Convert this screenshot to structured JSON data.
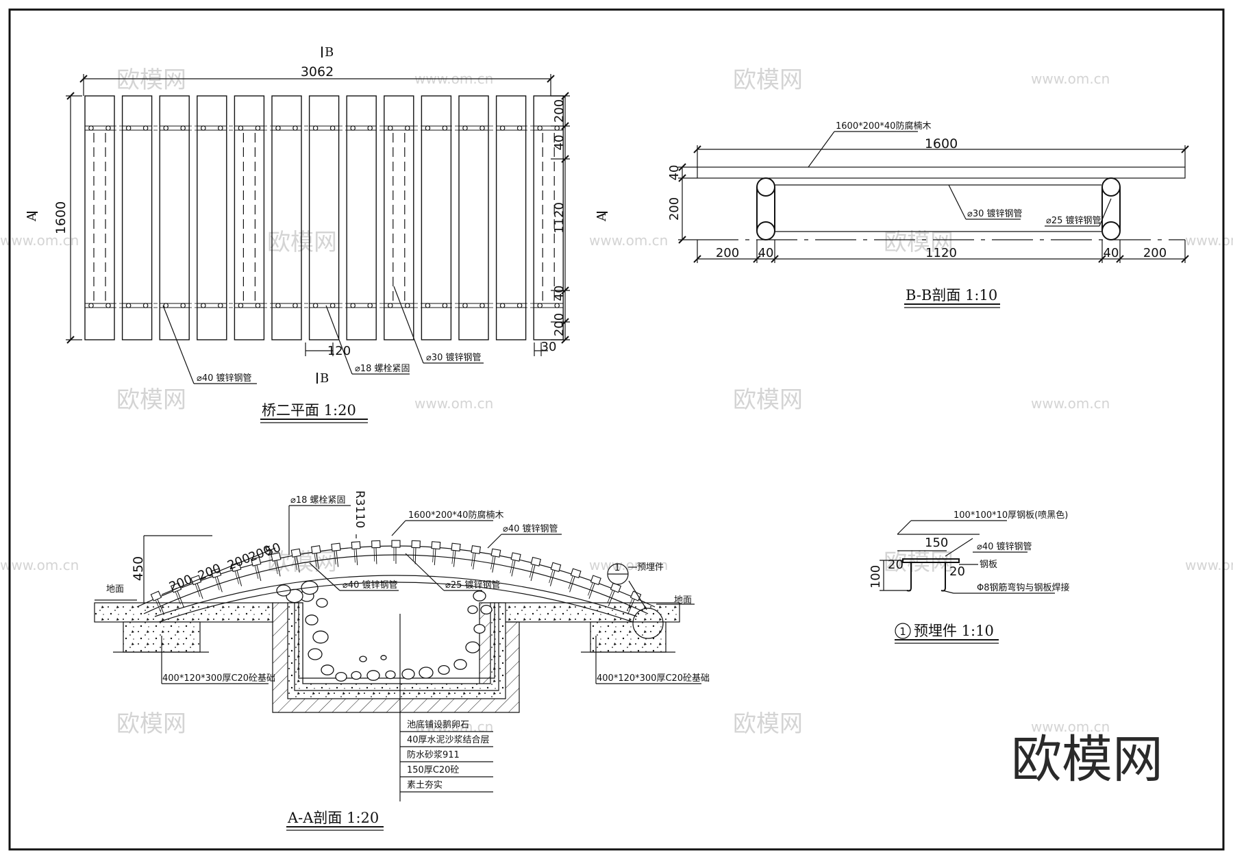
{
  "plan": {
    "overall_width": "3062",
    "overall_height": "1600",
    "dims_right": [
      "200",
      "40",
      "1120",
      "40",
      "200"
    ],
    "plank_gap": "120",
    "edge_gap": "30",
    "section_mark_b_top": "B",
    "section_mark_b_bottom": "B",
    "section_mark_a_left": "A",
    "section_mark_a_right": "A",
    "note_pipe40": "⌀40  镀锌钢管",
    "note_bolt18": "⌀18 螺栓紧固",
    "note_pipe30": "⌀30  镀锌钢管",
    "title": "桥二平面  1:20"
  },
  "section_bb": {
    "note_plank": "1600*200*40防腐楠木",
    "overall_len": "1600",
    "dim_thickness": "40",
    "dim_height": "200",
    "note_pipe30": "⌀30 镀锌钢管",
    "note_pipe25": "⌀25 镀锌钢管",
    "dims_bottom": [
      "200",
      "40",
      "1120",
      "40",
      "200"
    ],
    "title": "B-B剖面  1:10"
  },
  "section_aa": {
    "note_bolt18": "⌀18 螺栓紧固",
    "radius": "R3110",
    "note_plank": "1600*200*40防腐楠木",
    "note_pipe40_top": "⌀40  镀锌钢管",
    "note_embed": "预埋件",
    "embed_num": "1",
    "dim_rise": "450",
    "dim_spacing": "200",
    "dim_spacing_labels": [
      "200",
      "200",
      "200",
      "200",
      "50"
    ],
    "ground_left": "地面",
    "ground_right": "地面",
    "note_pipe40_mid": "⌀40  镀锌钢管",
    "note_pipe25": "⌀25  镀锌钢管",
    "footing_left": "400*120*300厚C20砼基础",
    "footing_right": "400*120*300厚C20砼基础",
    "layers": [
      "池底铺设鹅卵石",
      "40厚水泥沙浆结合层",
      "防水砂浆911",
      "150厚C20砼",
      "素土夯实"
    ],
    "title": "A-A剖面  1:20"
  },
  "embed_detail": {
    "note_plate": "100*100*10厚钢板(喷黑色)",
    "dim_150": "150",
    "note_pipe40": "⌀40  镀锌钢管",
    "dim_20a": "20",
    "dim_20b": "20",
    "note_steel_plate": "钢板",
    "dim_100": "100",
    "note_rebar": "Φ8钢筋弯钩与钢板焊接",
    "title_num": "1",
    "title": "预埋件  1:10"
  },
  "watermark": {
    "logo_text": "欧模网",
    "url_text": "www.om.cn",
    "brand": "欧模网"
  }
}
